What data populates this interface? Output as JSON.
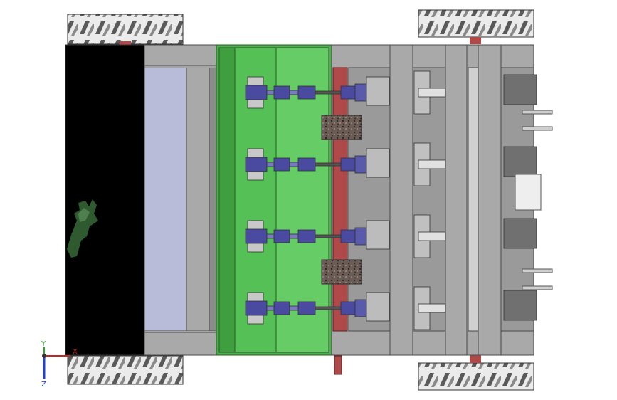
{
  "view": {
    "background": "#ffffff",
    "colors": {
      "frame": "#a9a9a9",
      "frame_edge": "#4a4a4a",
      "green_panel": "#4fbf4f",
      "green_light": "#66cc66",
      "motor_blue": "#4a4aa0",
      "rail_red": "#b04a4a",
      "dark_panel": "#000000",
      "tire": "#d8d8d8"
    }
  },
  "triad": {
    "x_label": "X",
    "y_label": "Y",
    "z_label": "Z",
    "x_color": "#cc2222",
    "y_color": "#22aa22",
    "z_color": "#2244cc"
  },
  "rows": [
    {
      "id": "row-1"
    },
    {
      "id": "row-2"
    },
    {
      "id": "row-3"
    },
    {
      "id": "row-4"
    }
  ]
}
